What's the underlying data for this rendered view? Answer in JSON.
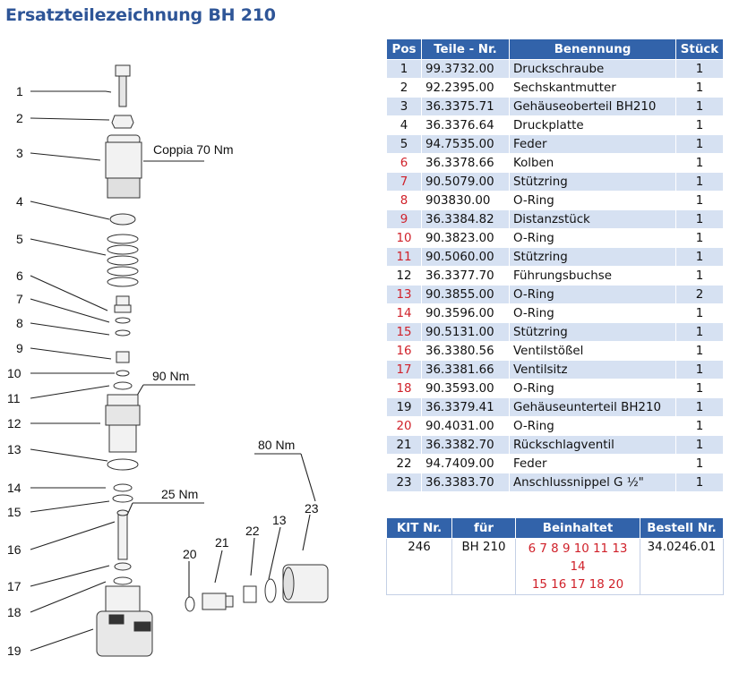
{
  "title": "Ersatzteilezeichnung BH 210",
  "colors": {
    "title": "#2e5597",
    "header_bg": "#3263aa",
    "row_alt": "#d6e1f2",
    "red": "#d0212a"
  },
  "drawing": {
    "labels": [
      "1",
      "2",
      "3",
      "4",
      "5",
      "6",
      "7",
      "8",
      "9",
      "10",
      "11",
      "12",
      "13",
      "14",
      "15",
      "16",
      "17",
      "18",
      "19",
      "20",
      "21",
      "22",
      "13",
      "23"
    ],
    "torques": [
      "Coppia 70 Nm",
      "90 Nm",
      "25 Nm",
      "80 Nm"
    ]
  },
  "parts_table": {
    "headers": [
      "Pos",
      "Teile - Nr.",
      "Benennung",
      "Stück"
    ],
    "rows": [
      {
        "pos": "1",
        "nr": "99.3732.00",
        "name": "Druckschraube",
        "qty": "1",
        "red": false
      },
      {
        "pos": "2",
        "nr": "92.2395.00",
        "name": "Sechskantmutter",
        "qty": "1",
        "red": false
      },
      {
        "pos": "3",
        "nr": "36.3375.71",
        "name": "Gehäuseoberteil BH210",
        "qty": "1",
        "red": false
      },
      {
        "pos": "4",
        "nr": "36.3376.64",
        "name": "Druckplatte",
        "qty": "1",
        "red": false
      },
      {
        "pos": "5",
        "nr": "94.7535.00",
        "name": "Feder",
        "qty": "1",
        "red": false
      },
      {
        "pos": "6",
        "nr": "36.3378.66",
        "name": "Kolben",
        "qty": "1",
        "red": true
      },
      {
        "pos": "7",
        "nr": "90.5079.00",
        "name": "Stützring",
        "qty": "1",
        "red": true
      },
      {
        "pos": "8",
        "nr": "903830.00",
        "name": "O-Ring",
        "qty": "1",
        "red": true
      },
      {
        "pos": "9",
        "nr": "36.3384.82",
        "name": "Distanzstück",
        "qty": "1",
        "red": true
      },
      {
        "pos": "10",
        "nr": "90.3823.00",
        "name": "O-Ring",
        "qty": "1",
        "red": true
      },
      {
        "pos": "11",
        "nr": "90.5060.00",
        "name": "Stützring",
        "qty": "1",
        "red": true
      },
      {
        "pos": "12",
        "nr": "36.3377.70",
        "name": "Führungsbuchse",
        "qty": "1",
        "red": false
      },
      {
        "pos": "13",
        "nr": "90.3855.00",
        "name": "O-Ring",
        "qty": "2",
        "red": true
      },
      {
        "pos": "14",
        "nr": "90.3596.00",
        "name": "O-Ring",
        "qty": "1",
        "red": true
      },
      {
        "pos": "15",
        "nr": "90.5131.00",
        "name": "Stützring",
        "qty": "1",
        "red": true
      },
      {
        "pos": "16",
        "nr": "36.3380.56",
        "name": "Ventilstößel",
        "qty": "1",
        "red": true
      },
      {
        "pos": "17",
        "nr": "36.3381.66",
        "name": "Ventilsitz",
        "qty": "1",
        "red": true
      },
      {
        "pos": "18",
        "nr": "90.3593.00",
        "name": "O-Ring",
        "qty": "1",
        "red": true
      },
      {
        "pos": "19",
        "nr": "36.3379.41",
        "name": "Gehäuseunterteil BH210",
        "qty": "1",
        "red": false
      },
      {
        "pos": "20",
        "nr": "90.4031.00",
        "name": "O-Ring",
        "qty": "1",
        "red": true
      },
      {
        "pos": "21",
        "nr": "36.3382.70",
        "name": "Rückschlagventil",
        "qty": "1",
        "red": false
      },
      {
        "pos": "22",
        "nr": "94.7409.00",
        "name": "Feder",
        "qty": "1",
        "red": false
      },
      {
        "pos": "23",
        "nr": "36.3383.70",
        "name": "Anschlussnippel G ½\"",
        "qty": "1",
        "red": false
      }
    ]
  },
  "kit_table": {
    "headers": [
      "KIT Nr.",
      "für",
      "Beinhaltet",
      "Bestell Nr."
    ],
    "kit_nr": "246",
    "fuer": "BH 210",
    "items_line1": "6 7 8 9 10 11 13 14",
    "items_line2": "15 16 17 18 20",
    "bestell_nr": "34.0246.01"
  }
}
